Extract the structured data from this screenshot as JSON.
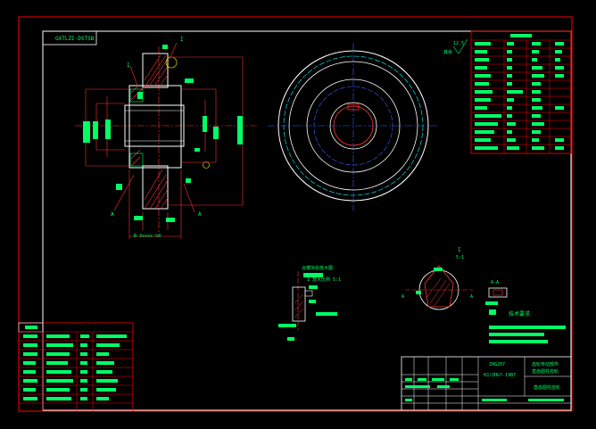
{
  "drawing": {
    "part_code_box": "GXTLZI-DSTSB",
    "section_label_top": "I",
    "section_label_left": "I",
    "roughness_note": "其余",
    "roughness_value": "12.5",
    "detail_title": "合模块处放大图",
    "detail_scale_text": "1 放大比例 5:1",
    "view_i_label": "I",
    "view_i_scale": "5:1",
    "view_aa_label": "A-A",
    "section_arrow_a1": "A",
    "section_arrow_a2": "A",
    "tech_req_title": "技术要求",
    "bottom_dim_text": "B-3xxxx-h8",
    "title_block": {
      "company_line1": "齿轮传动部件",
      "company_line2": "直齿圆柱齿轮",
      "drawing_no_1": "ZHG207",
      "drawing_no_2": "HJ/ZHG7-19B7",
      "extra": "直齿圆柱齿轮"
    }
  },
  "colors": {
    "background": "#000000",
    "border": "#ff0000",
    "outline": "#ffffff",
    "text": "#00ff66",
    "centerline": "#ff3333",
    "dimension": "#00ffff",
    "highlight": "#ffff00",
    "hatch": "#ff3333",
    "blue_line": "#3366ff"
  }
}
